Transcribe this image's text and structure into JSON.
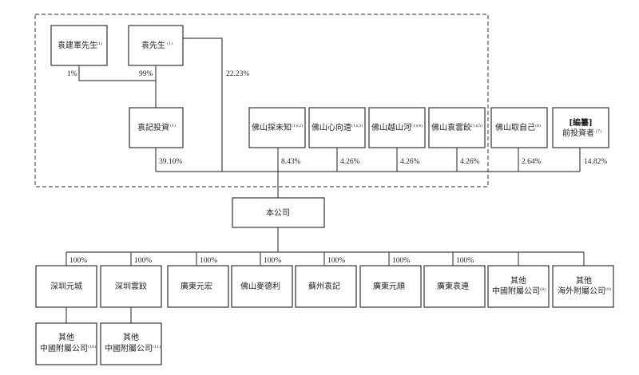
{
  "diagram": {
    "title": "Shareholding structure",
    "group_box_note": "controlling shareholder group (dashed outline)",
    "top_level": [
      {
        "id": "yuan_jianjun",
        "name": "袁建軍先生",
        "note": "(1)"
      },
      {
        "id": "mr_yuan",
        "name": "袁先生",
        "note": "(1)"
      }
    ],
    "mid_level": [
      {
        "id": "yuanji_invest",
        "name": "袁記投資",
        "note": "(1)"
      },
      {
        "id": "fs_tanweizhi",
        "name": "佛山探未知",
        "note": "(1)(2)"
      },
      {
        "id": "fs_xinxiangyuan",
        "name": "佛山心向遠",
        "note": "(1)(3)"
      },
      {
        "id": "fs_yueshanhe",
        "name": "佛山越山河",
        "note": "(1)(4)"
      },
      {
        "id": "fs_yuanyunjiao",
        "name": "佛山袁雲餃",
        "note": "(1)(5)"
      },
      {
        "id": "fs_quzijie",
        "name": "佛山取自己",
        "note": "(6)"
      },
      {
        "id": "pre_ipo",
        "name_line1": "[編纂]",
        "name_line2": "前投資者",
        "note": "(7)"
      }
    ],
    "top_edges": [
      {
        "from": "yuan_jianjun",
        "to": "yuanji_invest",
        "pct": "1%"
      },
      {
        "from": "mr_yuan",
        "to": "yuanji_invest",
        "pct": "99%"
      },
      {
        "from": "mr_yuan",
        "to": "company",
        "pct": "22.23%"
      }
    ],
    "shareholding_edges": [
      {
        "from": "yuanji_invest",
        "pct": "39.10%"
      },
      {
        "from": "fs_tanweizhi",
        "pct": "8.43%"
      },
      {
        "from": "fs_xinxiangyuan",
        "pct": "4.26%"
      },
      {
        "from": "fs_yueshanhe",
        "pct": "4.26%"
      },
      {
        "from": "fs_yuanyunjiao",
        "pct": "4.26%"
      },
      {
        "from": "fs_quzijie",
        "pct": "2.64%"
      },
      {
        "from": "pre_ipo",
        "pct": "14.82%"
      }
    ],
    "company": {
      "name": "本公司"
    },
    "subsidiaries": [
      {
        "name": "深圳元城",
        "pct": "100%"
      },
      {
        "name": "深圳雲餃",
        "pct": "100%"
      },
      {
        "name": "廣東元宏",
        "pct": "100%"
      },
      {
        "name": "佛山麥德利",
        "pct": "100%"
      },
      {
        "name": "蘇州袁記",
        "pct": "100%"
      },
      {
        "name": "廣東元順",
        "pct": "100%"
      },
      {
        "name": "廣東袁連",
        "pct": "100%"
      },
      {
        "name_line1": "其他",
        "name_line2": "中國附屬公司",
        "note": "(8)",
        "pct": ""
      },
      {
        "name_line1": "其他",
        "name_line2": "海外附屬公司",
        "note": "(9)",
        "pct": ""
      }
    ],
    "sub_subsidiaries": [
      {
        "parent": "深圳元城",
        "name_line1": "其他",
        "name_line2": "中國附屬公司",
        "note": "(10)"
      },
      {
        "parent": "深圳雲餃",
        "name_line1": "其他",
        "name_line2": "中國附屬公司",
        "note": "(11)"
      }
    ]
  }
}
